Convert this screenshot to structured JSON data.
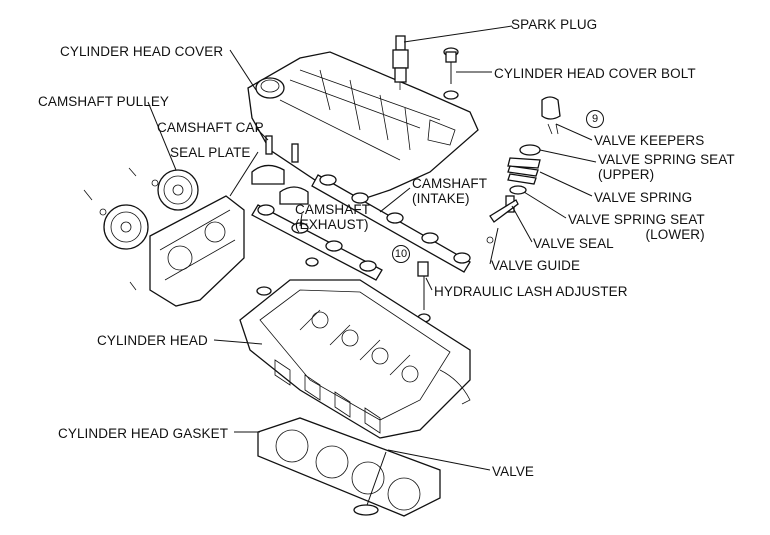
{
  "labels": {
    "spark_plug": "SPARK PLUG",
    "cylinder_head_cover": "CYLINDER HEAD COVER",
    "cylinder_head_cover_bolt": "CYLINDER HEAD COVER BOLT",
    "camshaft_pulley": "CAMSHAFT PULLEY",
    "camshaft_cap": "CAMSHAFT CAP",
    "seal_plate": "SEAL PLATE",
    "valve_keepers": "VALVE KEEPERS",
    "valve_spring_seat_upper": "VALVE SPRING SEAT\n(UPPER)",
    "valve_spring": "VALVE SPRING",
    "camshaft_intake": "CAMSHAFT\n(INTAKE)",
    "camshaft_exhaust": "CAMSHAFT\n(EXHAUST)",
    "valve_spring_seat_lower": "VALVE SPRING SEAT\n(LOWER)",
    "valve_seal": "VALVE SEAL",
    "valve_guide": "VALVE GUIDE",
    "hydraulic_lash_adjuster": "HYDRAULIC LASH ADJUSTER",
    "cylinder_head": "CYLINDER HEAD",
    "cylinder_head_gasket": "CYLINDER HEAD GASKET",
    "valve": "VALVE"
  },
  "callouts": {
    "nine": "9",
    "ten": "10"
  }
}
